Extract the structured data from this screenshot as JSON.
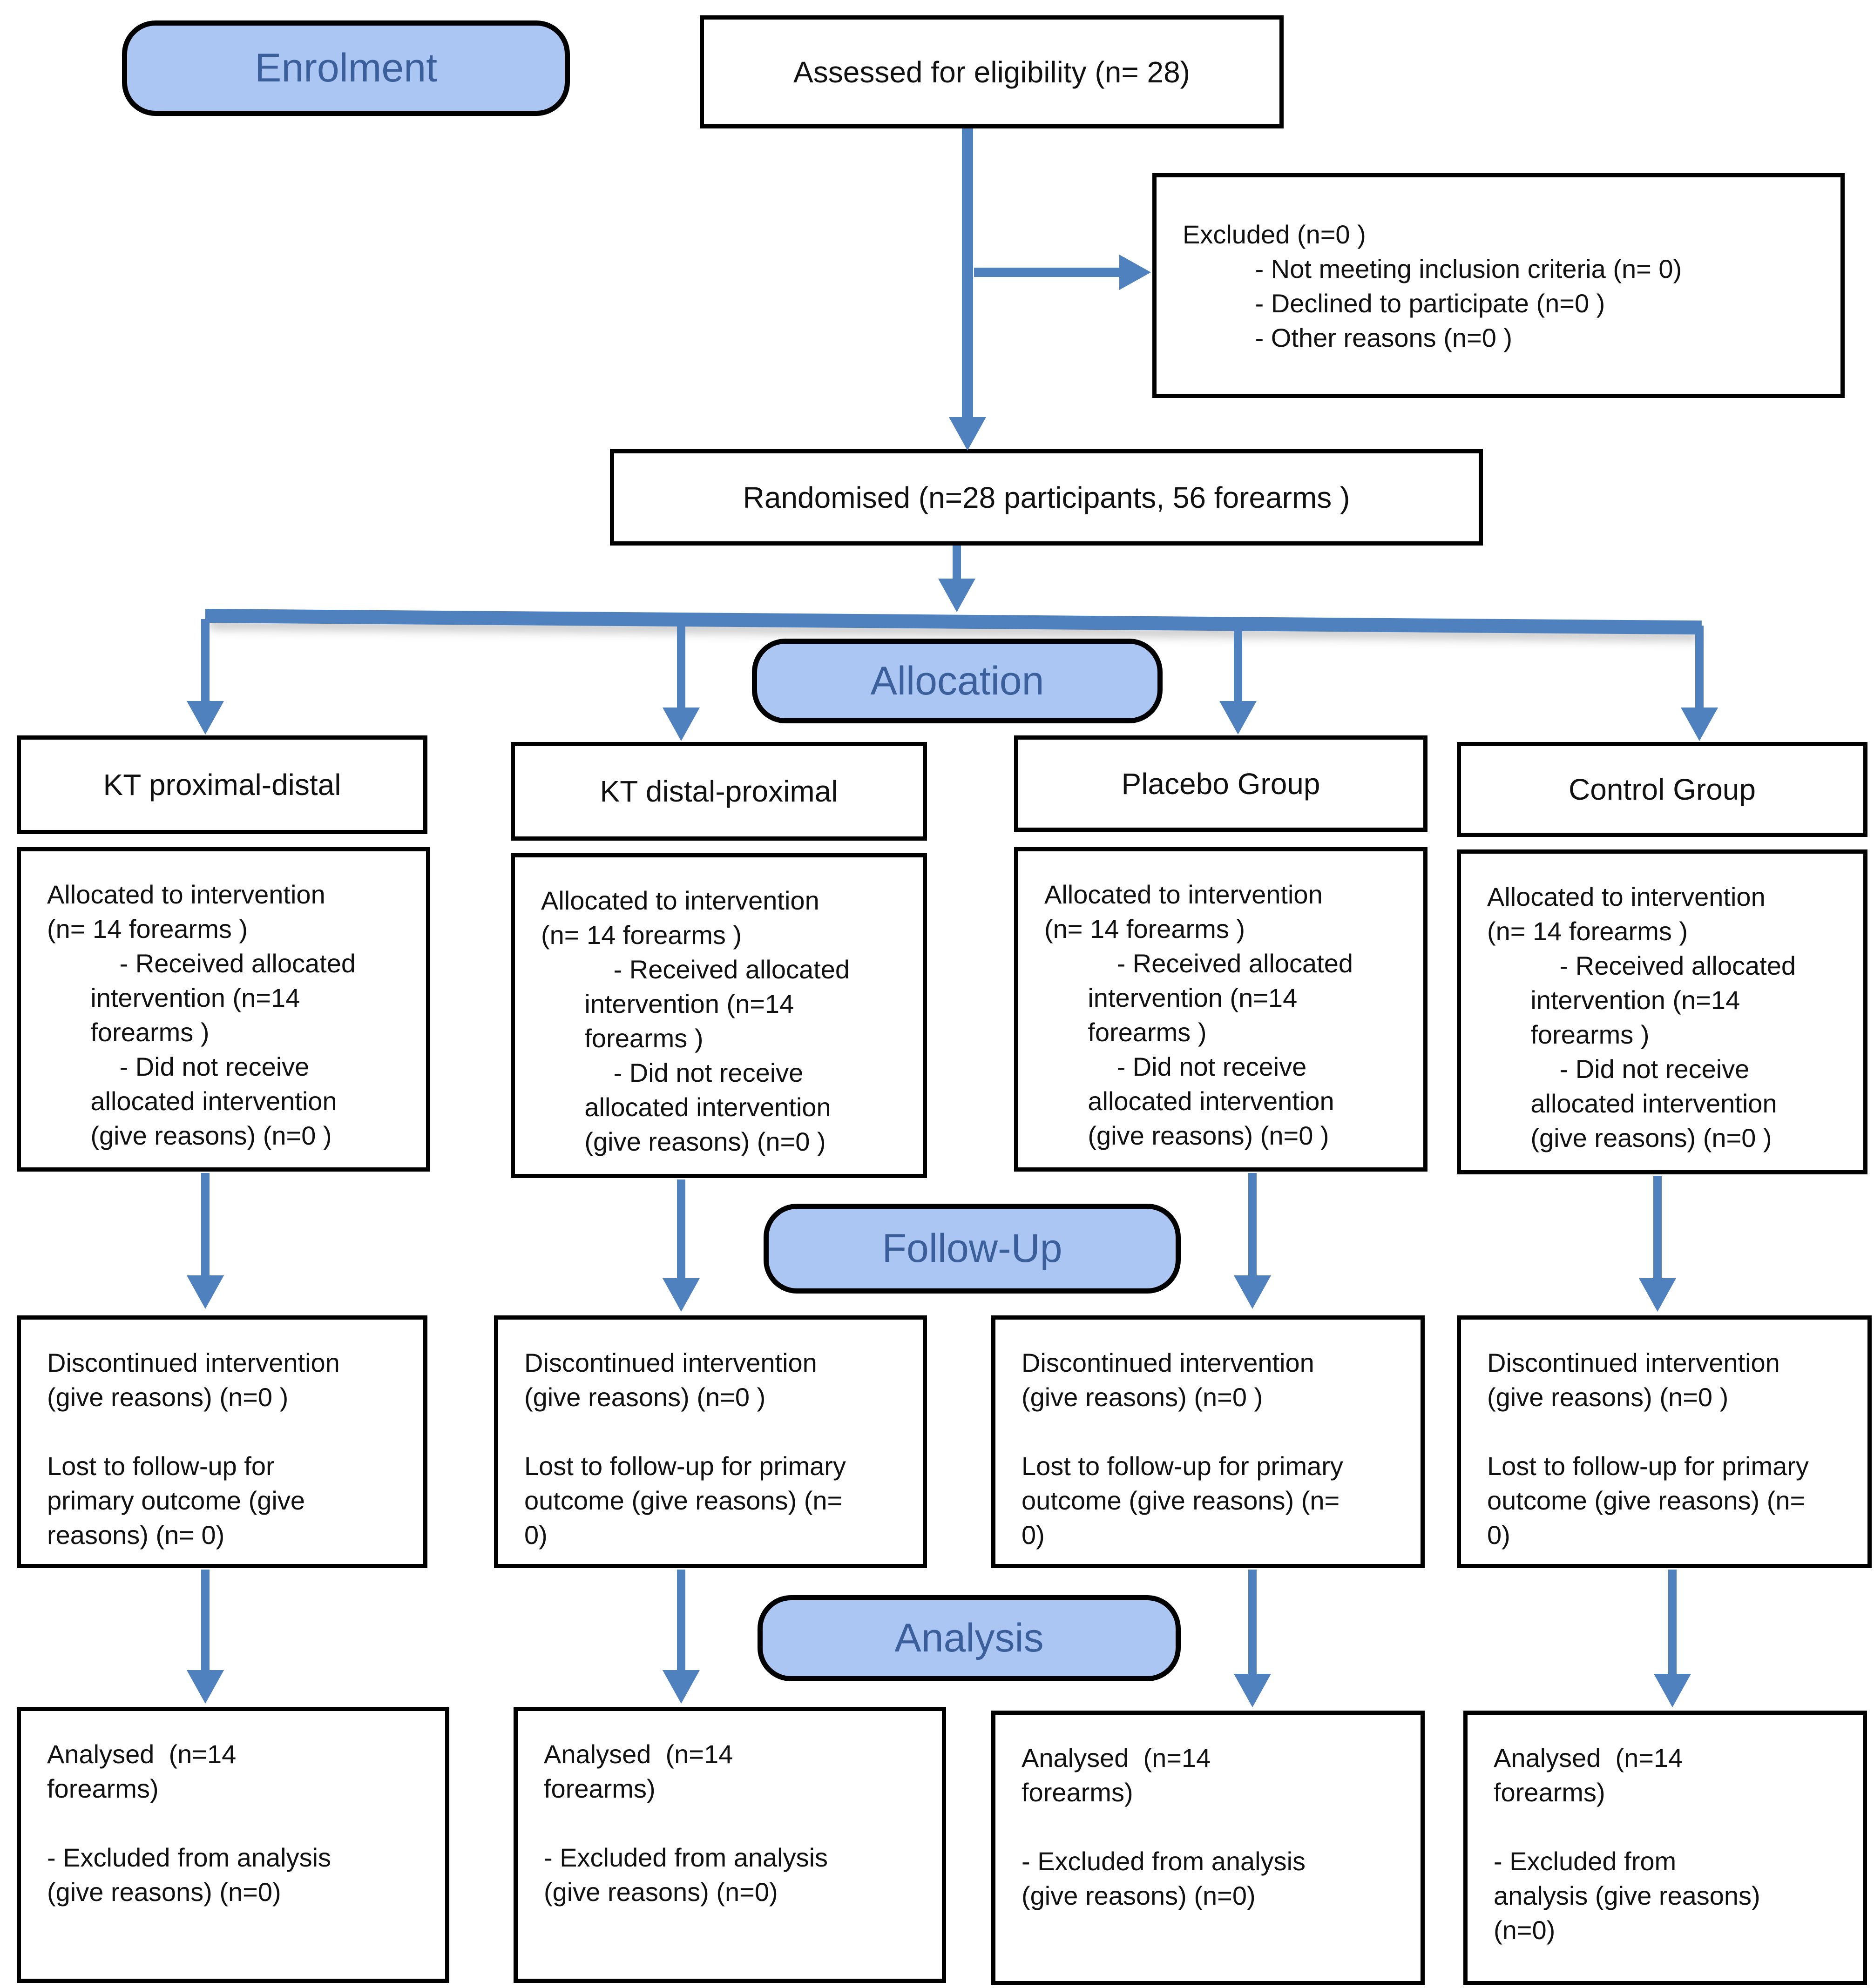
{
  "stage_labels": {
    "enrolment": "Enrolment",
    "allocation": "Allocation",
    "follow_up": "Follow-Up",
    "analysis": "Analysis"
  },
  "enrolment_flow": {
    "assessed": "Assessed for eligibility (n= 28)",
    "excluded": "Excluded (n=0 )\n          - Not meeting inclusion criteria (n= 0)\n          - Declined to participate (n=0 )\n          - Other reasons (n=0 )",
    "randomised": "Randomised (n=28 participants, 56 forearms )"
  },
  "columns": [
    {
      "header": "KT proximal-distal",
      "allocated": "Allocated to intervention\n(n= 14 forearms )\n          - Received allocated\n      intervention (n=14\n      forearms )\n          - Did not receive\n      allocated intervention\n      (give reasons) (n=0 )",
      "followup": "Discontinued intervention\n(give reasons) (n=0 )\n\nLost to follow-up for\nprimary outcome (give\nreasons) (n= 0)",
      "analysed": "Analysed  (n=14\nforearms)\n\n- Excluded from analysis\n(give reasons) (n=0)"
    },
    {
      "header": "KT distal-proximal",
      "allocated": "Allocated to intervention\n(n= 14 forearms )\n          - Received allocated\n      intervention (n=14\n      forearms )\n          - Did not receive\n      allocated intervention\n      (give reasons) (n=0 )",
      "followup": "Discontinued intervention\n(give reasons) (n=0 )\n\nLost to follow-up for primary\noutcome (give reasons) (n=\n0)",
      "analysed": "Analysed  (n=14\nforearms)\n\n- Excluded from analysis\n(give reasons) (n=0)"
    },
    {
      "header": "Placebo Group",
      "allocated": "Allocated to intervention\n(n= 14 forearms )\n          - Received allocated\n      intervention (n=14\n      forearms )\n          - Did not receive\n      allocated intervention\n      (give reasons) (n=0 )",
      "followup": "Discontinued intervention\n(give reasons) (n=0 )\n\nLost to follow-up for primary\noutcome (give reasons) (n=\n0)",
      "analysed": "Analysed  (n=14\nforearms)\n\n- Excluded from analysis\n(give reasons) (n=0)"
    },
    {
      "header": "Control Group",
      "allocated": "Allocated to intervention\n(n= 14 forearms )\n          - Received allocated\n      intervention (n=14\n      forearms )\n          - Did not receive\n      allocated intervention\n      (give reasons) (n=0 )",
      "followup": "Discontinued intervention\n(give reasons) (n=0 )\n\nLost to follow-up for primary\noutcome (give reasons) (n=\n0)",
      "analysed": "Analysed  (n=14\nforearms)\n\n- Excluded from\nanalysis (give reasons)\n(n=0)"
    }
  ],
  "colors": {
    "arrow": "#4E81BD",
    "label_fill": "#ABC6F2",
    "label_text": "#3A5F9B",
    "box_border": "#000000",
    "box_fill": "#FFFFFF",
    "text": "#111111"
  }
}
